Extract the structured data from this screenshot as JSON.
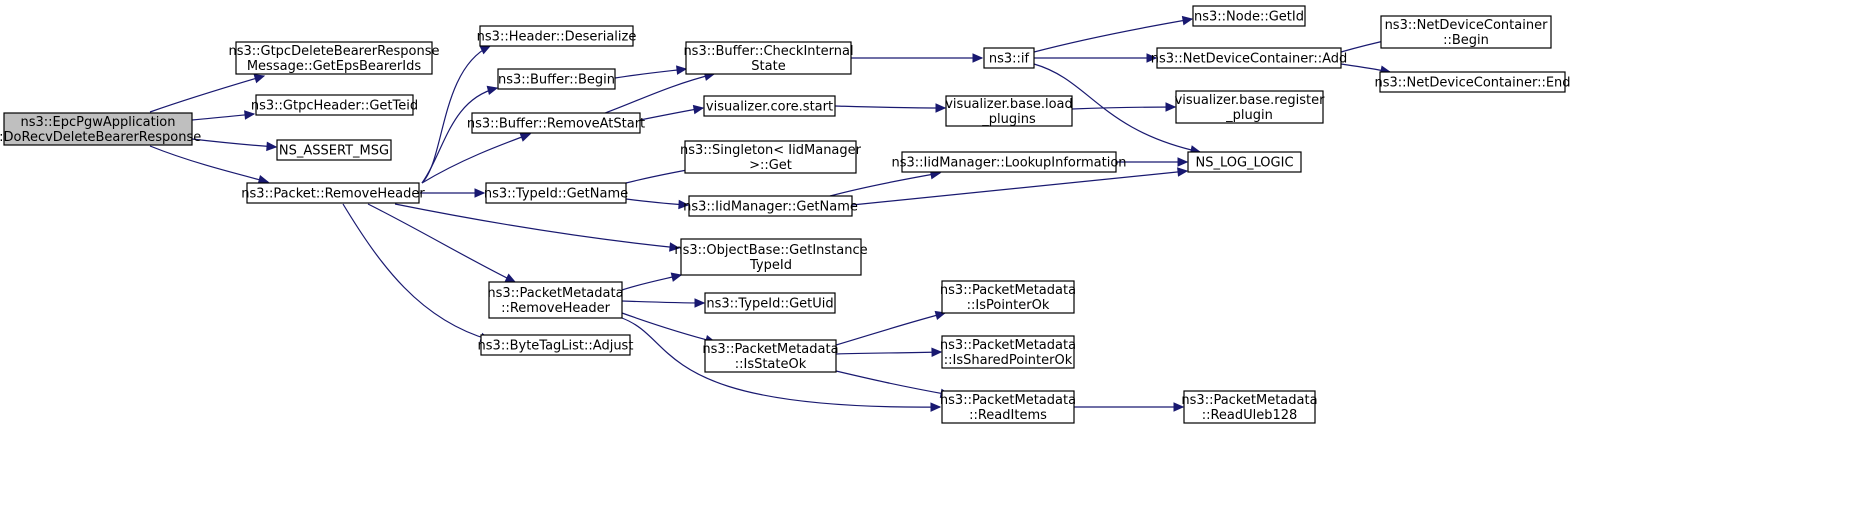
{
  "nodes": {
    "root": [
      "ns3::EpcPgwApplication",
      "::DoRecvDeleteBearerResponse"
    ],
    "gtpc_del": [
      "ns3::GtpcDeleteBearerResponse",
      "Message::GetEpsBearerIds"
    ],
    "gtpc_teid": [
      "ns3::GtpcHeader::GetTeid"
    ],
    "assert": [
      "NS_ASSERT_MSG"
    ],
    "remove_header": [
      "ns3::Packet::RemoveHeader"
    ],
    "hdr_deser": [
      "ns3::Header::Deserialize"
    ],
    "buf_begin": [
      "ns3::Buffer::Begin"
    ],
    "buf_remove": [
      "ns3::Buffer::RemoveAtStart"
    ],
    "typeid_getname": [
      "ns3::TypeId::GetName"
    ],
    "objbase": [
      "ns3::ObjectBase::GetInstance",
      "TypeId"
    ],
    "pm_remove": [
      "ns3::PacketMetadata",
      "::RemoveHeader"
    ],
    "bytetag": [
      "ns3::ByteTagList::Adjust"
    ],
    "buf_check": [
      "ns3::Buffer::CheckInternal",
      "State"
    ],
    "vis_start": [
      "visualizer.core.start"
    ],
    "singleton": [
      "ns3::Singleton< IidManager",
      ">::Get"
    ],
    "iid_getname": [
      "ns3::IidManager::GetName"
    ],
    "typeid_getuid": [
      "ns3::TypeId::GetUid"
    ],
    "pm_isstate": [
      "ns3::PacketMetadata",
      "::IsStateOk"
    ],
    "ns3_if": [
      "ns3::if"
    ],
    "vis_load": [
      "visualizer.base.load",
      "_plugins"
    ],
    "iid_lookup": [
      "ns3::IidManager::LookupInformation"
    ],
    "pm_isptr": [
      "ns3::PacketMetadata",
      "::IsPointerOk"
    ],
    "pm_isshared": [
      "ns3::PacketMetadata",
      "::IsSharedPointerOk"
    ],
    "pm_read": [
      "ns3::PacketMetadata",
      "::ReadItems"
    ],
    "node_getid": [
      "ns3::Node::GetId"
    ],
    "ndc_add": [
      "ns3::NetDeviceContainer::Add"
    ],
    "vis_reg": [
      "visualizer.base.register",
      "_plugin"
    ],
    "log_logic": [
      "NS_LOG_LOGIC"
    ],
    "ndc_begin": [
      "ns3::NetDeviceContainer",
      "::Begin"
    ],
    "ndc_end": [
      "ns3::NetDeviceContainer::End"
    ],
    "pm_readuleb": [
      "ns3::PacketMetadata",
      "::ReadUleb128"
    ]
  },
  "colors": {
    "edge": "#191970",
    "root_fill": "#bfbfbf",
    "node_fill": "#ffffff",
    "node_stroke": "#000000"
  }
}
